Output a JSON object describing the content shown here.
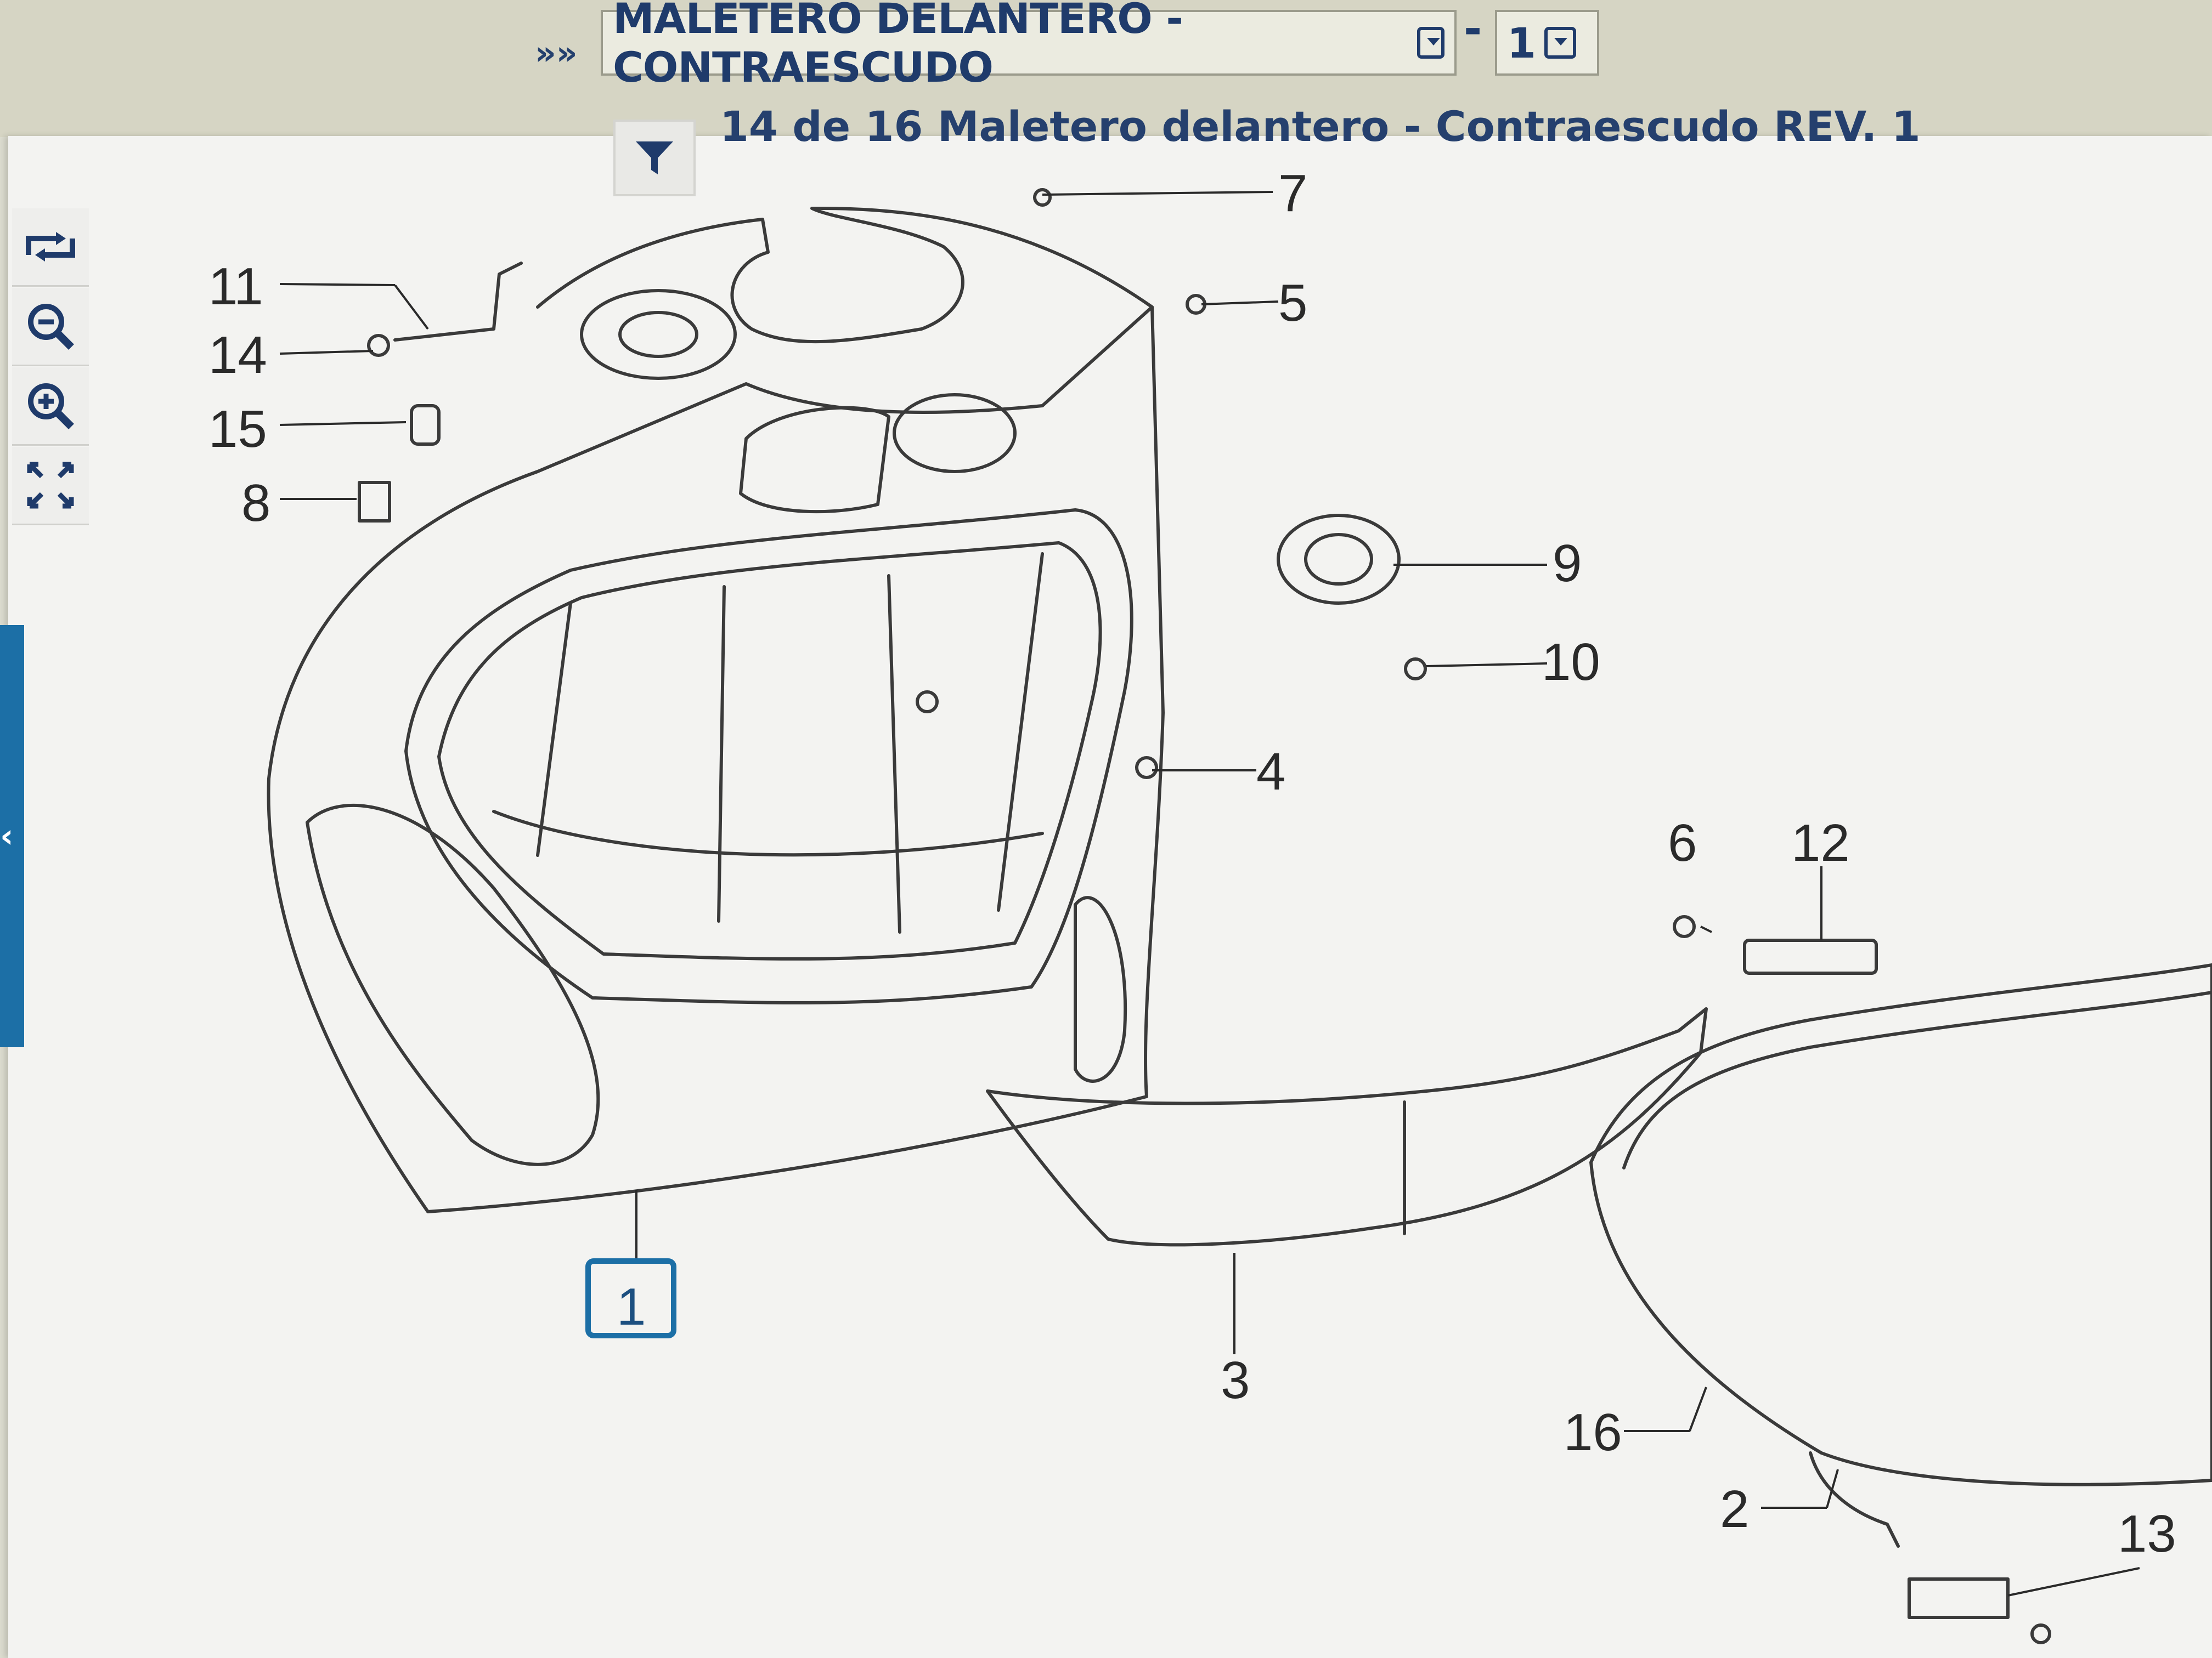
{
  "breadcrumb": {
    "arrows": "»»"
  },
  "section_select": {
    "value": "MALETERO DELANTERO - CONTRAESCUDO"
  },
  "separator": "-",
  "page_select": {
    "value": "1"
  },
  "diagram": {
    "title": "14 de 16 Maletero delantero - Contraescudo REV. 1",
    "callouts": [
      "11",
      "14",
      "15",
      "8",
      "7",
      "5",
      "9",
      "10",
      "4",
      "6",
      "12",
      "1",
      "3",
      "16",
      "2",
      "13"
    ],
    "selected_callout": "1"
  },
  "toolbar": {
    "icons": [
      "rotate-icon",
      "zoom-out-icon",
      "zoom-in-icon",
      "fit-screen-icon"
    ]
  },
  "side_tab": {
    "label": "‹"
  },
  "colors": {
    "header_text": "#1f3b6b",
    "accent": "#1c6fa6",
    "line_art": "#3a3a3a"
  }
}
